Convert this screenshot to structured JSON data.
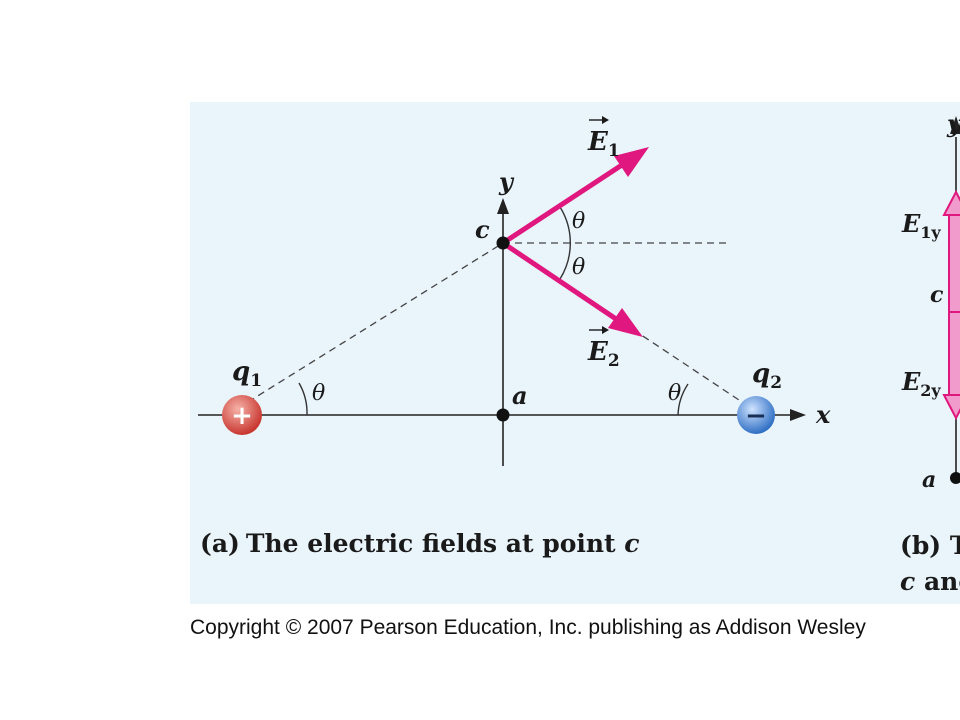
{
  "figure": {
    "charges": [
      {
        "id": "q1",
        "label": "q",
        "sub": "1",
        "sign": "+"
      },
      {
        "id": "q2",
        "label": "q",
        "sub": "2",
        "sign": "−"
      }
    ],
    "points": {
      "c": "c",
      "a": "a"
    },
    "axes": {
      "x": "x",
      "y": "y"
    },
    "angle": "θ",
    "vectors": [
      {
        "id": "E1",
        "label": "E",
        "sub": "1"
      },
      {
        "id": "E2",
        "label": "E",
        "sub": "2"
      }
    ],
    "caption_a": {
      "tag": "(a)",
      "text": "The electric fields at point ",
      "point": "c"
    },
    "panel_b": {
      "axis_y": "y",
      "e1y": {
        "label": "E",
        "sub": "1y"
      },
      "e2y": {
        "label": "E",
        "sub": "2y"
      },
      "point_c": "c",
      "point_a": "a",
      "caption_line1": "(b) T",
      "caption_line2_point": "c",
      "caption_line2_rest": " anc"
    }
  },
  "copyright": "Copyright © 2007 Pearson Education, Inc. publishing as Addison Wesley",
  "colors": {
    "panel_bg": "#e9f4fb",
    "field_vector": "#e0177e",
    "positive_charge": "#d9473f",
    "negative_charge": "#3b7fd1",
    "dashed_line": "#444444",
    "axis": "#222222"
  }
}
